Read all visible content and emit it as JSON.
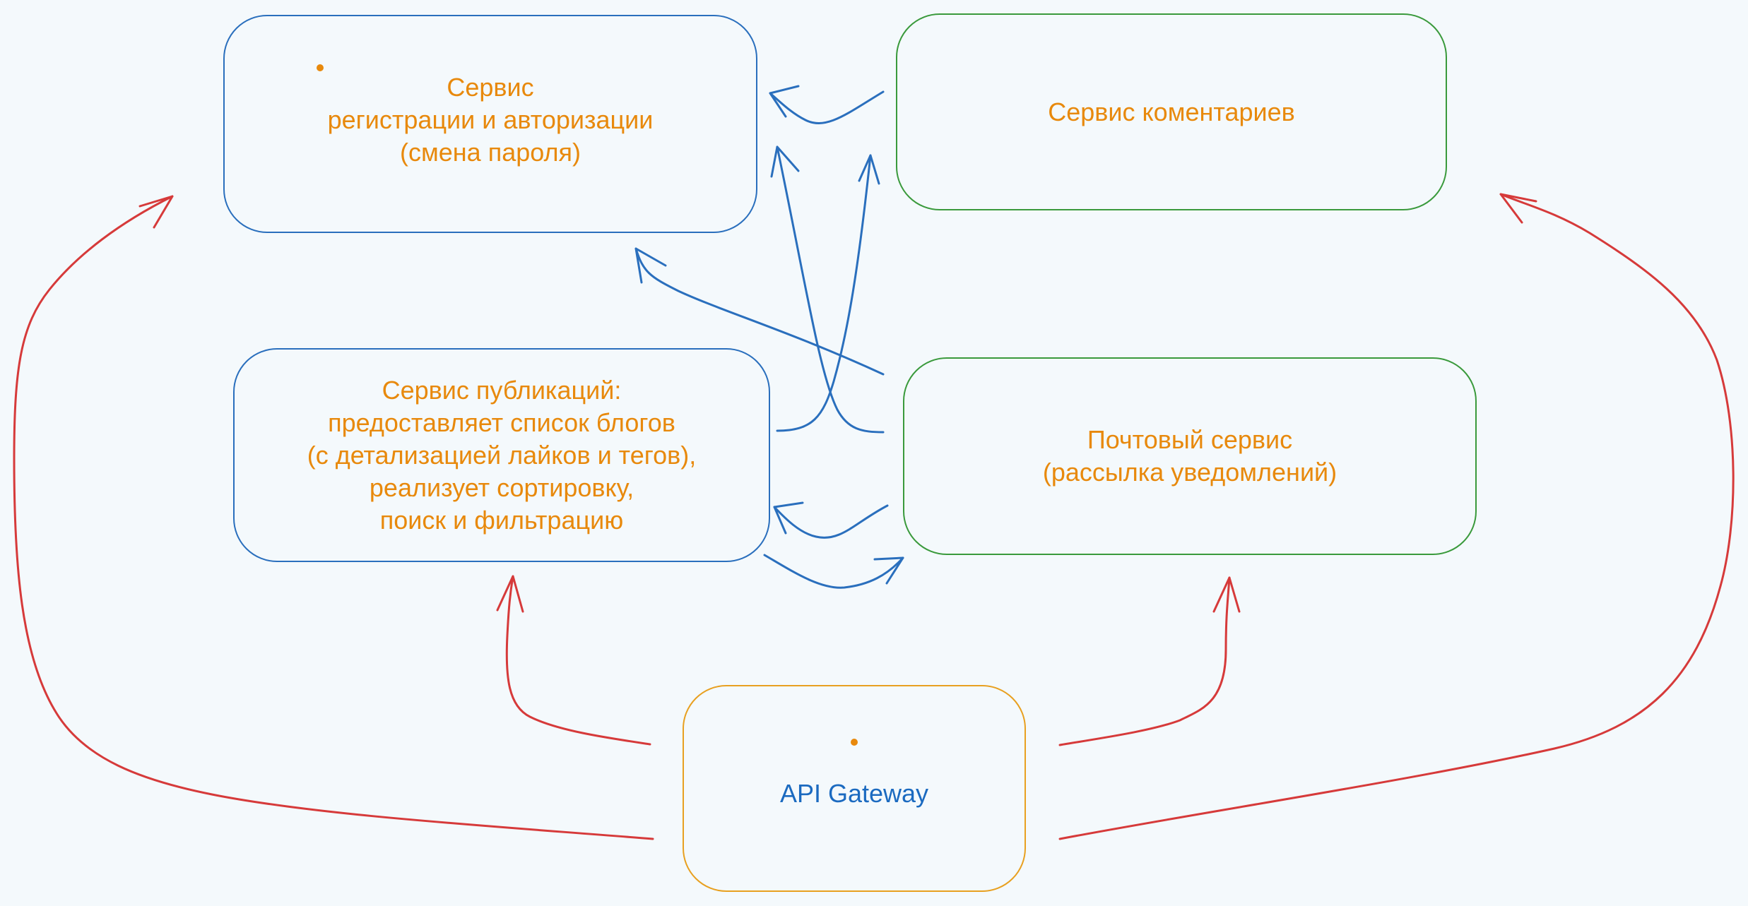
{
  "colors": {
    "background": "#f4f9fc",
    "text_orange": "#e8890c",
    "text_blue": "#1b6ac0",
    "border_blue": "#2a6fbd",
    "border_green": "#3a9a3c",
    "border_orange": "#e8a020",
    "arrow_blue": "#2a6fbd",
    "arrow_red": "#d63a3a"
  },
  "nodes": {
    "auth": {
      "label": "Сервис\nрегистрации и авторизации\n(смена пароля)",
      "border_color": "#2a6fbd",
      "text_color": "#e8890c"
    },
    "comments": {
      "label": "Сервис коментариев",
      "border_color": "#3a9a3c",
      "text_color": "#e8890c"
    },
    "publications": {
      "label": "Сервис публикаций:\nпредоставляет список блогов\n(с детализацией лайков и тегов),\nреализует сортировку,\nпоиск и фильтрацию",
      "border_color": "#2a6fbd",
      "text_color": "#e8890c"
    },
    "mail": {
      "label": "Почтовый сервис\n(рассылка уведомлений)",
      "border_color": "#3a9a3c",
      "text_color": "#e8890c"
    },
    "gateway": {
      "label": "API Gateway",
      "border_color": "#e8a020",
      "text_color": "#1b6ac0"
    }
  }
}
